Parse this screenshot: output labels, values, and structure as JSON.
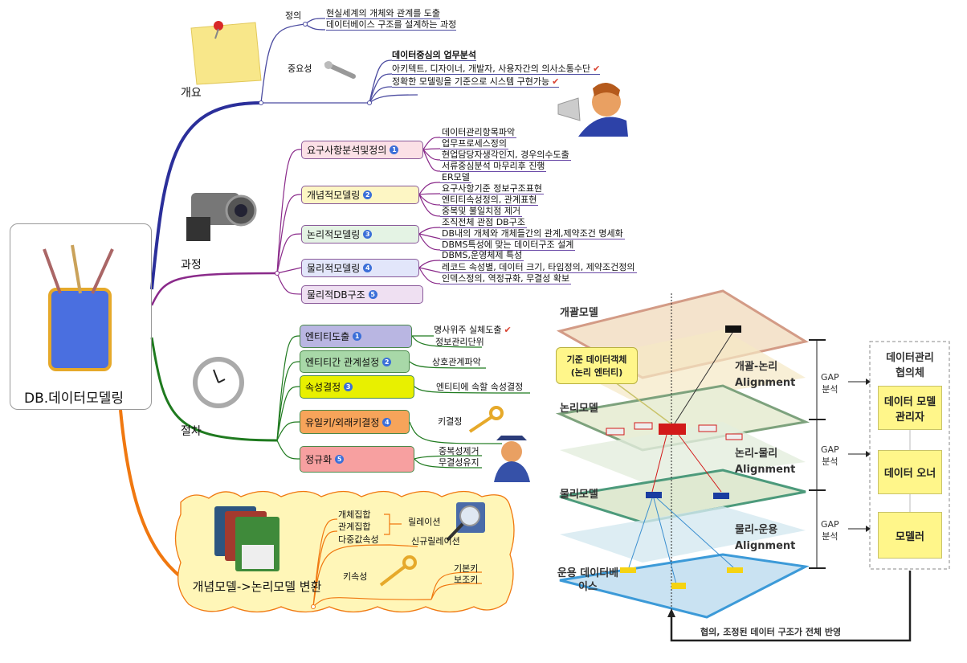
{
  "root": {
    "label": "DB.데이터모델링"
  },
  "overview": {
    "label": "개요",
    "definition": {
      "label": "정의",
      "items": [
        "현실세계의 개체와 관계를 도출",
        "데이터베이스 구조를 설계하는 과정"
      ]
    },
    "importance": {
      "label": "중요성",
      "items": [
        "데이터중심의 업무분석",
        "아키텍트, 디자이너, 개발자, 사용자간의 의사소통수단",
        "정확한 모델링을 기준으로 시스템 구현가능"
      ]
    }
  },
  "process": {
    "label": "과정",
    "steps": [
      {
        "label": "요구사항분석및정의",
        "num": "1",
        "items": [
          "데이터관리항목파악",
          "업무프로세스정의",
          "현업담당자생각인지, 경우의수도출",
          "서류중심분석 마무리후 진행"
        ]
      },
      {
        "label": "개념적모델링",
        "num": "2",
        "items": [
          "ER모델",
          "요구사항기준 정보구조표현",
          "엔티티속성정의, 관계표현",
          "중복및 불일치점 제거"
        ]
      },
      {
        "label": "논리적모델링",
        "num": "3",
        "items": [
          "조직전체 관점 DB구조",
          "DB내의 개체와 개체들간의 관계,제약조건 명세화",
          "DBMS특성에 맞는 데이터구조 설계"
        ]
      },
      {
        "label": "물리적모델링",
        "num": "4",
        "items": [
          "DBMS,운영체제 특성",
          "레코드 속성별, 데이터 크기, 타입정의, 제약조건정의",
          "인덱스정의, 역정규화, 무결성 확보"
        ]
      },
      {
        "label": "물리적DB구조",
        "num": "5",
        "items": []
      }
    ]
  },
  "procedure": {
    "label": "절차",
    "steps": [
      {
        "label": "엔티티도출",
        "num": "1",
        "items": [
          "명사위주 실체도출",
          "정보관리단위"
        ]
      },
      {
        "label": "엔티티간 관계설정",
        "num": "2",
        "items": [
          "상호관계파악"
        ]
      },
      {
        "label": "속성결정",
        "num": "3",
        "items": [
          "엔티티에 속할 속성결정"
        ]
      },
      {
        "label": "유일키/외래키결정",
        "num": "4",
        "items": [
          "키결정"
        ]
      },
      {
        "label": "정규화",
        "num": "5",
        "items": [
          "중복성제거",
          "무결성유지"
        ]
      }
    ]
  },
  "transform": {
    "label": "개념모델->논리모델 변환",
    "items": {
      "entity_set": "개체집합",
      "relation_set": "관계집합",
      "relation": "릴레이션",
      "multi_attr": "다중값속성",
      "new_relation": "신규릴레이션",
      "key_attr": "키속성",
      "primary_key": "기본키",
      "secondary_key": "보조키"
    }
  },
  "diagram": {
    "layers": [
      "개괄모델",
      "논리모델",
      "물리모델",
      "운용 데이터베이스"
    ],
    "alignments": [
      [
        "개괄-논리",
        "Alignment"
      ],
      [
        "논리-물리",
        "Alignment"
      ],
      [
        "물리-운용",
        "Alignment"
      ]
    ],
    "gap": [
      "GAP",
      "분석"
    ],
    "callout": [
      "기준 데이터객체",
      "(논리 엔터티)"
    ],
    "council": {
      "title": [
        "데이터관리",
        "협의체"
      ],
      "roles": [
        "데이터 모델 관리자",
        "데이터 오너",
        "모델러"
      ]
    },
    "feedback": "협의, 조정된 데이터 구조가 전체 반영"
  },
  "colors": {
    "overview": "#2b2f9a",
    "process": "#8a2a8a",
    "procedure": "#1f7a1f",
    "transform": "#f07810"
  }
}
